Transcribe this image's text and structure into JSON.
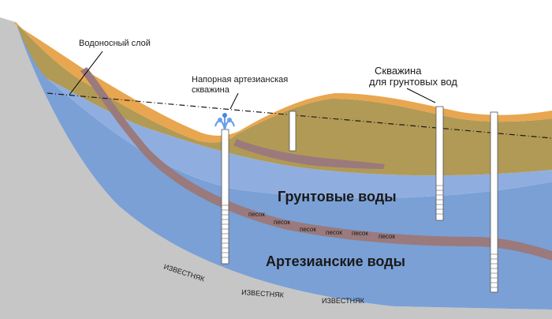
{
  "labels": {
    "aquifer": "Водоносный слой",
    "artesian_well_line1": "Напорная артезианская",
    "artesian_well_line2": "скважина",
    "ground_well_line1": "Скважина",
    "ground_well_line2": "для грунтовых вод",
    "groundwater": "Грунтовые воды",
    "artesian_water": "Артезианские воды",
    "sand": "песок",
    "limestone": "ИЗВЕСТНЯК"
  },
  "colors": {
    "limestone": "#c6c6c6",
    "limestone_edge": "#a8a8a8",
    "aquifer_water": "#7aa0d6",
    "groundwater": "#8faedf",
    "soil": "#b19a55",
    "topsoil": "#e8a650",
    "sand_band": "#9a7a7c",
    "well": "#ffffff",
    "water_table_line": "#1a1a1a"
  }
}
